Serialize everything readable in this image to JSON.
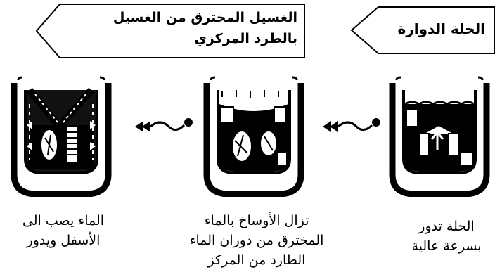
{
  "banners": {
    "left": {
      "line1": "الغسيل المخترق من الغسيل",
      "line2": "بالطرد المركزي"
    },
    "right": {
      "text": "الحلة الدوارة"
    }
  },
  "stages": [
    {
      "id": "stage-1",
      "line1": "الماء يصب الى",
      "line2": "الأسفل ويدور"
    },
    {
      "id": "stage-2",
      "line1": "تزال الأوساخ بالماء",
      "line2": "المخترق من دوران الماء",
      "line3": "الطارد من المركز"
    },
    {
      "id": "stage-3",
      "line1": "الحلة تدور",
      "line2": "بسرعة عالية"
    }
  ],
  "colors": {
    "ink": "#000000",
    "paper": "#ffffff"
  },
  "icons": [
    "process-arrow-icon",
    "drum-vessel-icon",
    "clothes-icon",
    "water-arrow-icon"
  ]
}
